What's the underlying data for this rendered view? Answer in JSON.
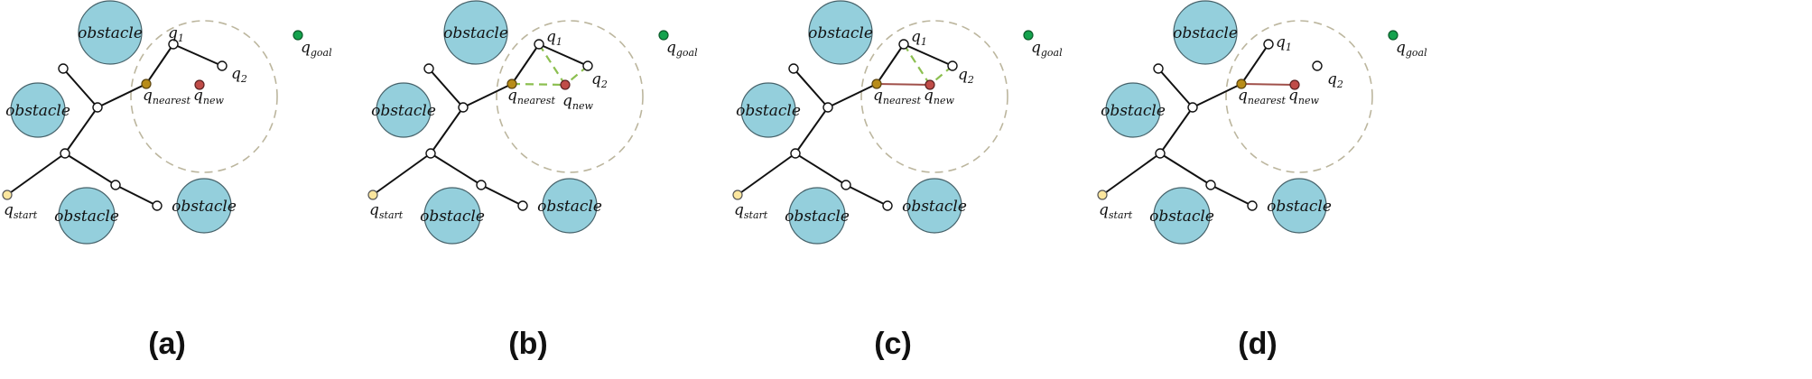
{
  "labels": {
    "obstacle": "obstacle",
    "q": "q",
    "start_sub": "start",
    "goal_sub": "goal",
    "nearest_sub": "nearest",
    "new_sub": "new",
    "q1_sub": "1",
    "q2_sub": "2"
  },
  "panels": [
    {
      "id": "a",
      "caption": "(a)"
    },
    {
      "id": "b",
      "caption": "(b)"
    },
    {
      "id": "c",
      "caption": "(c)"
    },
    {
      "id": "d",
      "caption": "(d)"
    }
  ],
  "colors": {
    "obstacle_fill": "#94cfdc",
    "start_node": "#fbe69e",
    "goal_node": "#14a24d",
    "nearest_node": "#b88c18",
    "new_node": "#c04c48",
    "new_edge": "#a0504a",
    "candidate_edge": "#8cbf50",
    "search_radius": "#bcb69e"
  }
}
